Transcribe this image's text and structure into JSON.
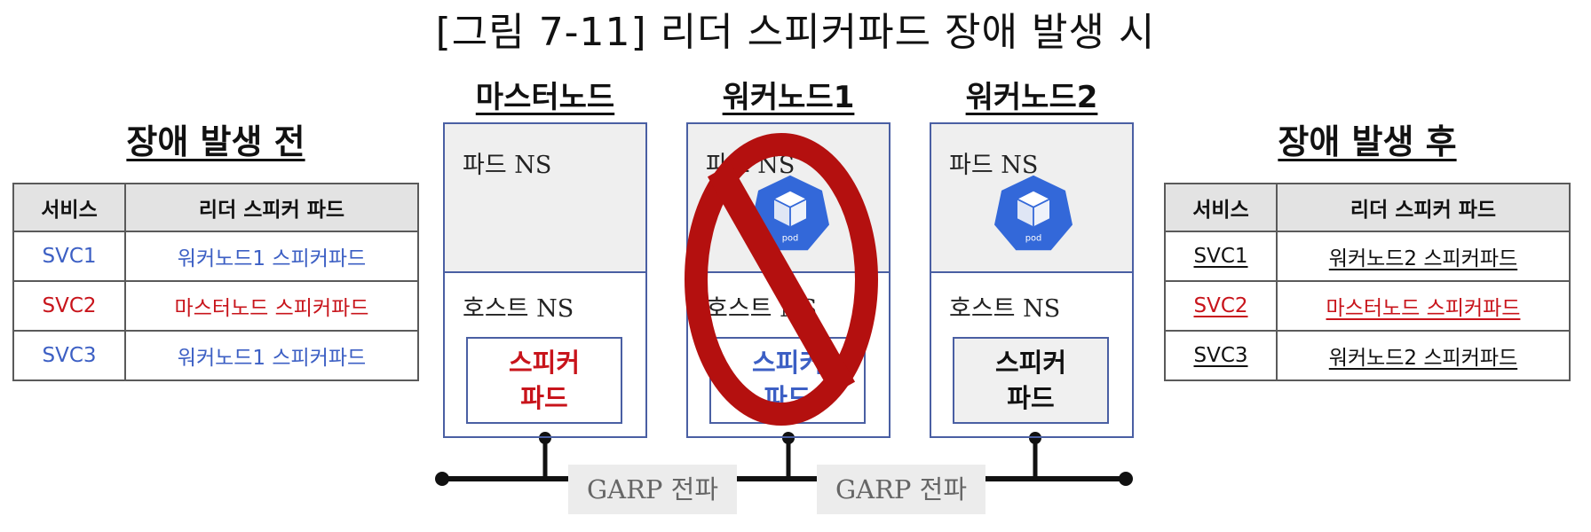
{
  "title": "[그림 7-11] 리더 스피커파드 장애 발생 시",
  "before": {
    "heading": "장애 발생 전",
    "headers": [
      "서비스",
      "리더 스피커 파드"
    ],
    "rows": [
      {
        "service": "SVC1",
        "leader": "워커노드1 스피커파드",
        "color": "#3c5fc4"
      },
      {
        "service": "SVC2",
        "leader": "마스터노드 스피커파드",
        "color": "#c8141b"
      },
      {
        "service": "SVC3",
        "leader": "워커노드1 스피커파드",
        "color": "#3c5fc4"
      }
    ]
  },
  "after": {
    "heading": "장애 발생 후",
    "headers": [
      "서비스",
      "리더 스피커 파드"
    ],
    "rows": [
      {
        "service": "SVC1",
        "leader": "워커노드2 스피커파드",
        "color": "#111111"
      },
      {
        "service": "SVC2",
        "leader": "마스터노드 스피커파드",
        "color": "#c8141b"
      },
      {
        "service": "SVC3",
        "leader": "워커노드2 스피커파드",
        "color": "#111111"
      }
    ]
  },
  "nodes": [
    {
      "label": "마스터노드",
      "pod_ns": "파드 NS",
      "host_ns": "호스트 NS",
      "speaker": "스피커\n파드",
      "speaker_color": "#c8141b",
      "has_pod": false
    },
    {
      "label": "워커노드1",
      "pod_ns": "파드 NS",
      "host_ns": "호스트 NS",
      "speaker": "스피커\n파드",
      "speaker_color": "#3c5fc4",
      "has_pod": true,
      "failed": true
    },
    {
      "label": "워커노드2",
      "pod_ns": "파드 NS",
      "host_ns": "호스트 NS",
      "speaker": "스피커\n파드",
      "speaker_color": "#111111",
      "has_pod": true
    }
  ],
  "pod_icon_text": "pod",
  "garp": [
    "GARP 전파",
    "GARP 전파"
  ],
  "colors": {
    "node_border": "#4a5fa3",
    "kube_blue": "#3368d9",
    "prohibit_red": "#b4100f"
  }
}
